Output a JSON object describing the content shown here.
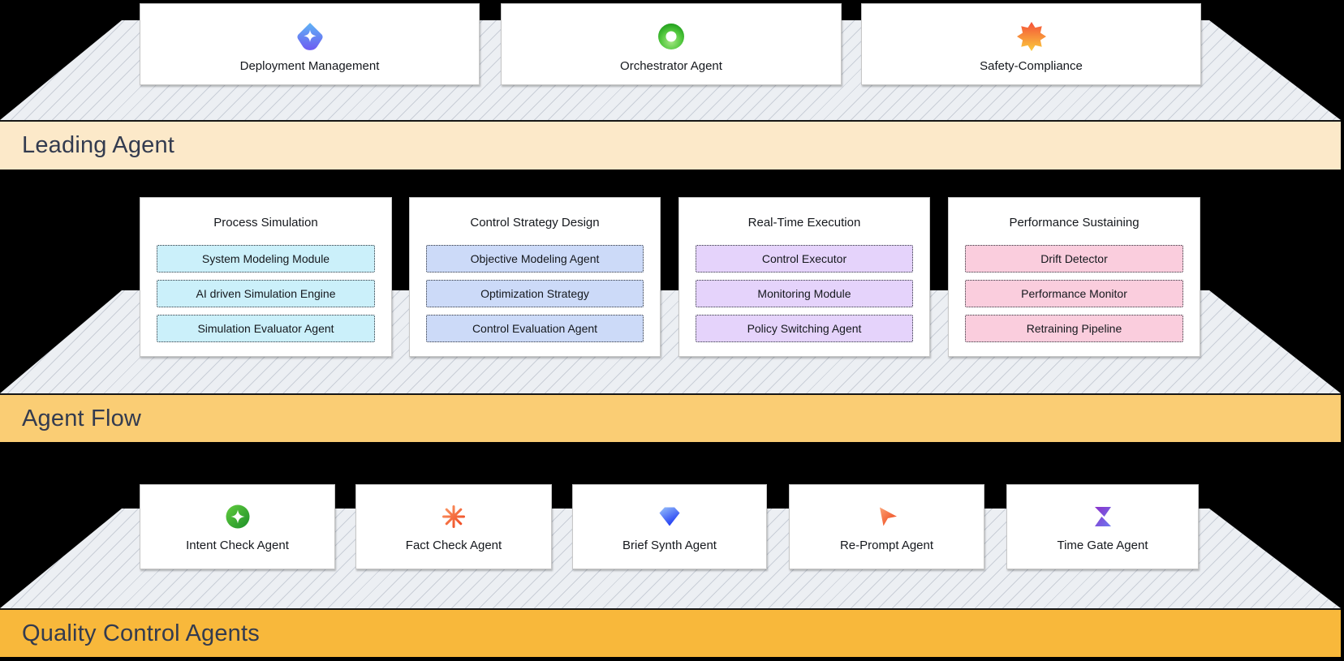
{
  "colors": {
    "background": "#000000",
    "platform_fill": "#ECEFF3",
    "platform_hatch": "#A6AEBC",
    "band_text": "#333B4F"
  },
  "layers": [
    {
      "band_label": "Leading Agent",
      "band_color": "#FCE9C9",
      "cards": [
        {
          "label": "Deployment Management",
          "icon": "gem-shield-icon"
        },
        {
          "label": "Orchestrator Agent",
          "icon": "ring-icon"
        },
        {
          "label": "Safety-Compliance",
          "icon": "burst-icon"
        }
      ]
    },
    {
      "band_label": "Agent Flow",
      "band_color": "#FACD74",
      "groups": [
        {
          "title": "Process Simulation",
          "item_bg": "#CBF0FA",
          "items": [
            "System Modeling Module",
            "AI driven Simulation Engine",
            "Simulation Evaluator Agent"
          ]
        },
        {
          "title": "Control Strategy Design",
          "item_bg": "#CCDAF8",
          "items": [
            "Objective Modeling Agent",
            "Optimization Strategy",
            "Control Evaluation Agent"
          ]
        },
        {
          "title": "Real-Time Execution",
          "item_bg": "#E5D3FB",
          "items": [
            "Control Executor",
            "Monitoring Module",
            "Policy Switching Agent"
          ]
        },
        {
          "title": "Performance Sustaining",
          "item_bg": "#FACDDD",
          "items": [
            "Drift Detector",
            "Performance Monitor",
            "Retraining Pipeline"
          ]
        }
      ]
    },
    {
      "band_label": "Quality Control Agents",
      "band_color": "#F8B83B",
      "cards": [
        {
          "label": "Intent Check Agent",
          "icon": "sparkle-circle-icon"
        },
        {
          "label": "Fact Check Agent",
          "icon": "asterisk-icon"
        },
        {
          "label": "Brief Synth Agent",
          "icon": "diamond-icon"
        },
        {
          "label": "Re-Prompt Agent",
          "icon": "cursor-icon"
        },
        {
          "label": "Time Gate Agent",
          "icon": "hourglass-icon"
        }
      ]
    }
  ]
}
